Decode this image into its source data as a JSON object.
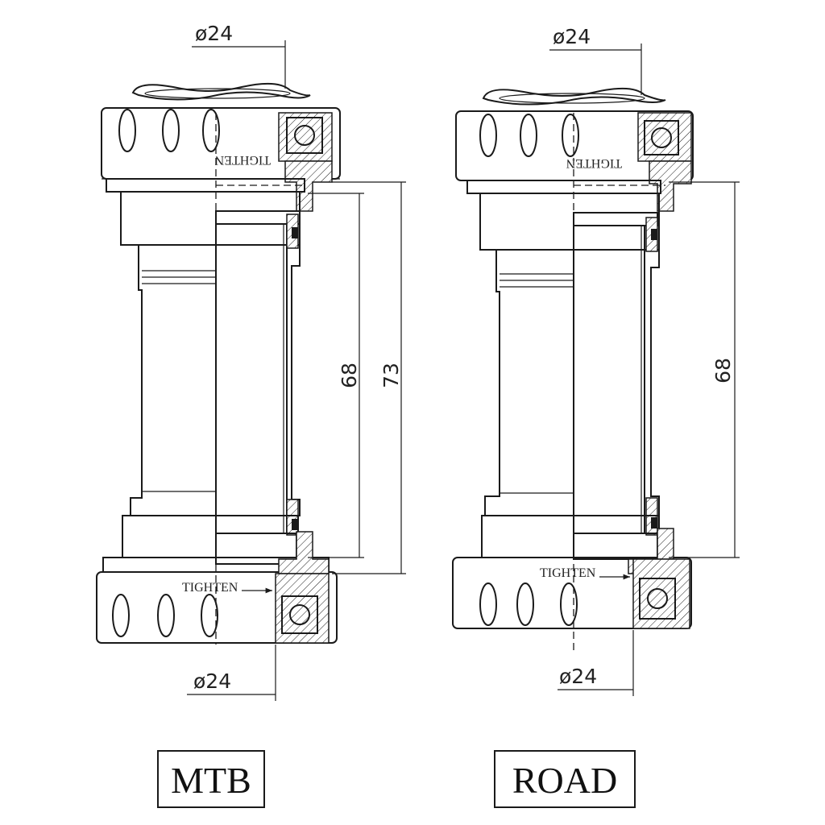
{
  "diagrams": [
    {
      "id": "mtb",
      "top_dim": "ø24",
      "bottom_dim": "ø24",
      "dims": [
        "68",
        "73"
      ],
      "tighten_top": "TIGHTEN",
      "tighten_bottom": "TIGHTEN",
      "label": "MTB"
    },
    {
      "id": "road",
      "top_dim": "ø24",
      "bottom_dim": "ø24",
      "dims": [
        "68"
      ],
      "tighten_top": "TIGHTEN",
      "tighten_bottom": "TIGHTEN",
      "label": "ROAD"
    }
  ]
}
